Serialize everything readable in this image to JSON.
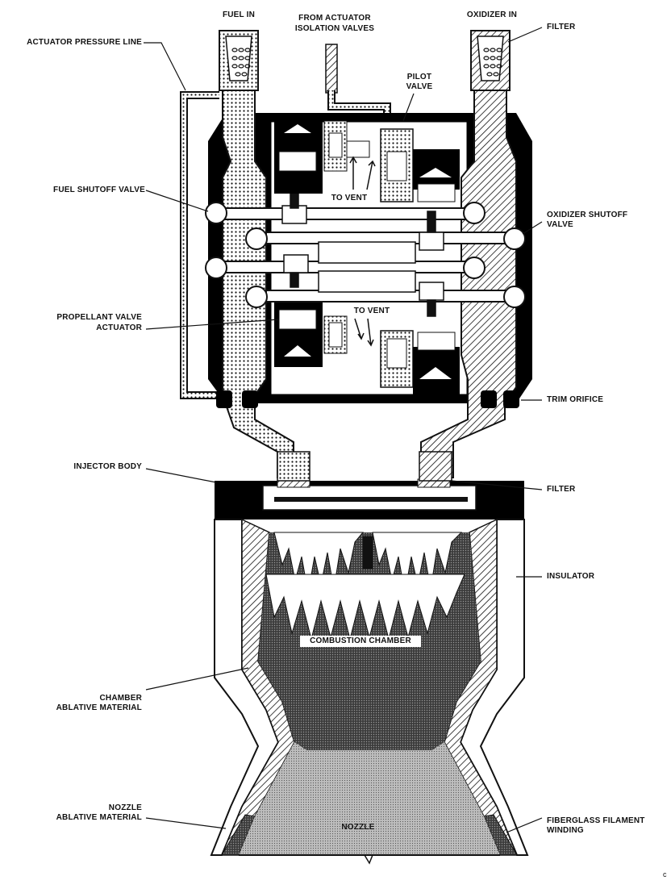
{
  "labels": {
    "fuel_in": "FUEL IN",
    "from_actuator_1": "FROM ACTUATOR",
    "from_actuator_2": "ISOLATION VALVES",
    "oxidizer_in": "OXIDIZER IN",
    "filter_top": "FILTER",
    "actuator_pressure_line": "ACTUATOR PRESSURE LINE",
    "pilot_valve_1": "PILOT",
    "pilot_valve_2": "VALVE",
    "fuel_shutoff_valve": "FUEL SHUTOFF VALVE",
    "to_vent_upper": "TO VENT",
    "oxidizer_shutoff_1": "OXIDIZER SHUTOFF",
    "oxidizer_shutoff_2": "VALVE",
    "propellant_actuator_1": "PROPELLANT VALVE",
    "propellant_actuator_2": "ACTUATOR",
    "to_vent_lower": "TO VENT",
    "trim_orifice": "TRIM ORIFICE",
    "injector_body": "INJECTOR BODY",
    "filter_bottom": "FILTER",
    "insulator": "INSULATOR",
    "combustion_chamber": "COMBUSTION CHAMBER",
    "chamber_ablative_1": "CHAMBER",
    "chamber_ablative_2": "ABLATIVE MATERIAL",
    "nozzle_ablative_1": "NOZZLE",
    "nozzle_ablative_2": "ABLATIVE MATERIAL",
    "nozzle": "NOZZLE",
    "fiberglass_1": "FIBERGLASS FILAMENT",
    "fiberglass_2": "WINDING",
    "corner_mark": "c"
  },
  "colors": {
    "ink": "#111111",
    "paper": "#ffffff"
  }
}
